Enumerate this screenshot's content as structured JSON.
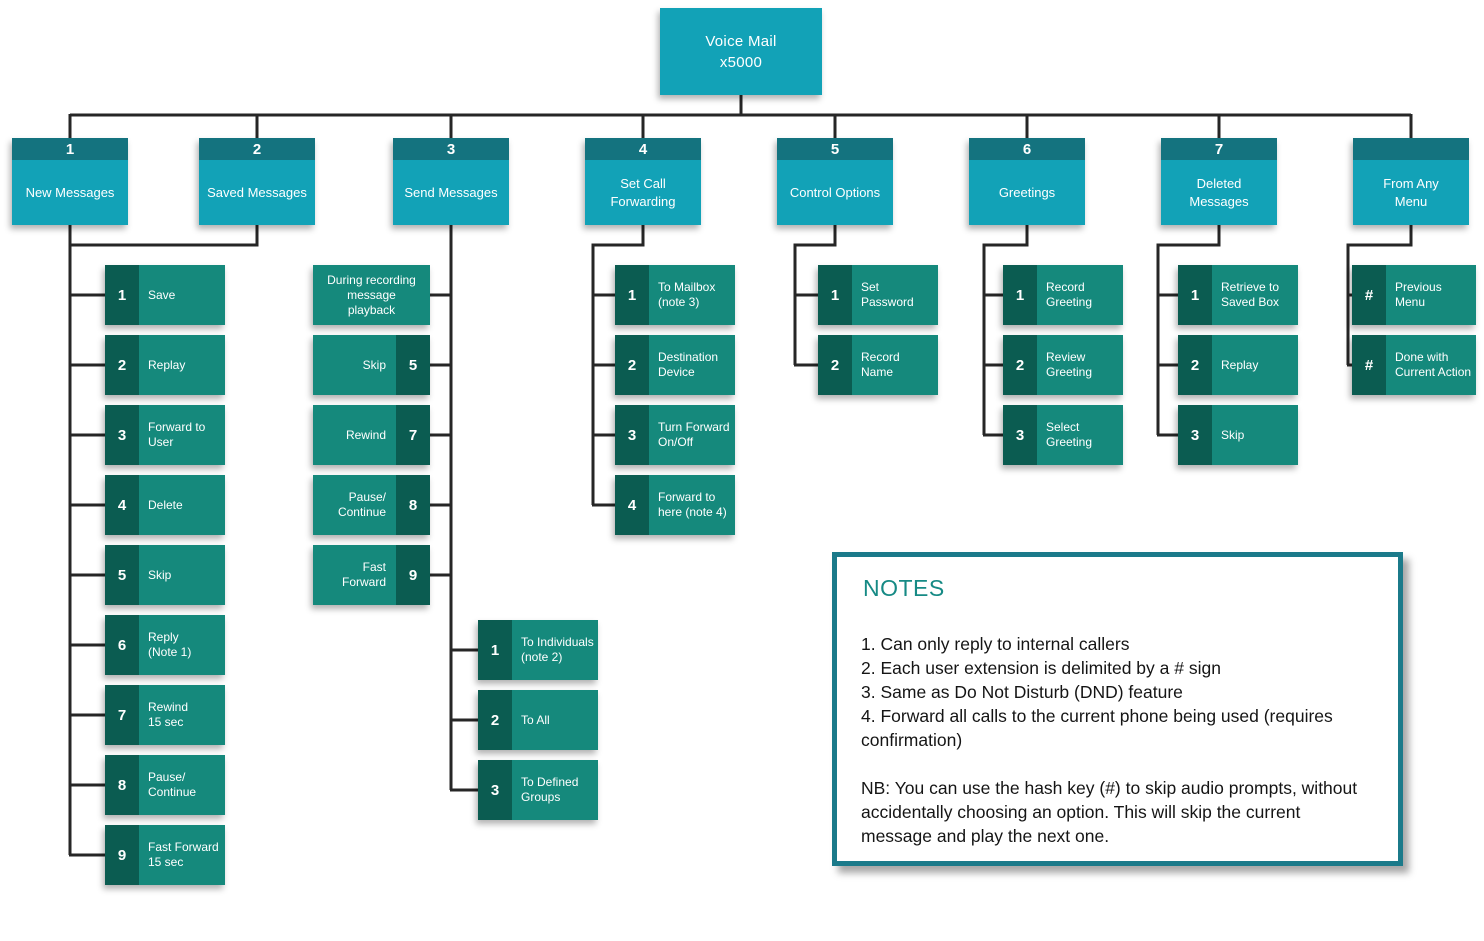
{
  "root": {
    "label": "Voice Mail\nx5000"
  },
  "menus": [
    {
      "key": "1",
      "label": "New Messages"
    },
    {
      "key": "2",
      "label": "Saved Messages"
    },
    {
      "key": "3",
      "label": "Send Messages"
    },
    {
      "key": "4",
      "label": "Set Call\nForwarding"
    },
    {
      "key": "5",
      "label": "Control Options"
    },
    {
      "key": "6",
      "label": "Greetings"
    },
    {
      "key": "7",
      "label": "Deleted\nMessages"
    },
    {
      "key": "",
      "label": "From Any\nMenu"
    }
  ],
  "new_saved_items": [
    {
      "key": "1",
      "label": "Save"
    },
    {
      "key": "2",
      "label": "Replay"
    },
    {
      "key": "3",
      "label": "Forward to\nUser"
    },
    {
      "key": "4",
      "label": "Delete"
    },
    {
      "key": "5",
      "label": "Skip"
    },
    {
      "key": "6",
      "label": "Reply\n(Note 1)"
    },
    {
      "key": "7",
      "label": "Rewind\n15 sec"
    },
    {
      "key": "8",
      "label": "Pause/\nContinue"
    },
    {
      "key": "9",
      "label": "Fast Forward\n15 sec"
    }
  ],
  "send": {
    "playback_header": "During recording\nmessage\nplayback",
    "playback_items": [
      {
        "key": "5",
        "label": "Skip"
      },
      {
        "key": "7",
        "label": "Rewind"
      },
      {
        "key": "8",
        "label": "Pause/\nContinue"
      },
      {
        "key": "9",
        "label": "Fast Forward"
      }
    ],
    "target_items": [
      {
        "key": "1",
        "label": "To Individuals\n(note 2)"
      },
      {
        "key": "2",
        "label": "To All"
      },
      {
        "key": "3",
        "label": "To Defined\nGroups"
      }
    ]
  },
  "call_forwarding_items": [
    {
      "key": "1",
      "label": "To Mailbox\n(note 3)"
    },
    {
      "key": "2",
      "label": "Destination\nDevice"
    },
    {
      "key": "3",
      "label": "Turn Forward\nOn/Off"
    },
    {
      "key": "4",
      "label": "Forward to\nhere (note 4)"
    }
  ],
  "control_items": [
    {
      "key": "1",
      "label": "Set Password"
    },
    {
      "key": "2",
      "label": "Record Name"
    }
  ],
  "greeting_items": [
    {
      "key": "1",
      "label": "Record\nGreeting"
    },
    {
      "key": "2",
      "label": "Review\nGreeting"
    },
    {
      "key": "3",
      "label": "Select\nGreeting"
    }
  ],
  "deleted_items": [
    {
      "key": "1",
      "label": "Retrieve to\nSaved Box"
    },
    {
      "key": "2",
      "label": "Replay"
    },
    {
      "key": "3",
      "label": "Skip"
    }
  ],
  "any_menu_items": [
    {
      "key": "#",
      "label": "Previous Menu"
    },
    {
      "key": "#",
      "label": "Done with\nCurrent Action"
    }
  ],
  "notes": {
    "title": "NOTES",
    "lines": [
      "1. Can only reply to internal callers",
      "2. Each user extension is delimited by a # sign",
      "3. Same as Do Not Disturb (DND) feature",
      "4. Forward all calls to the current phone being used (requires confirmation)"
    ],
    "nb": "NB: You can use the hash key (#) to skip audio prompts, without accidentally choosing an option. This will skip the current message and play the next one."
  },
  "colors": {
    "cyan": "#12a2b7",
    "teal-dark": "#14737f",
    "green": "#15897c",
    "green-dark": "#0b5c51",
    "line": "#262626",
    "notes-border": "#1b7a8a",
    "notes-title": "#168a85"
  }
}
